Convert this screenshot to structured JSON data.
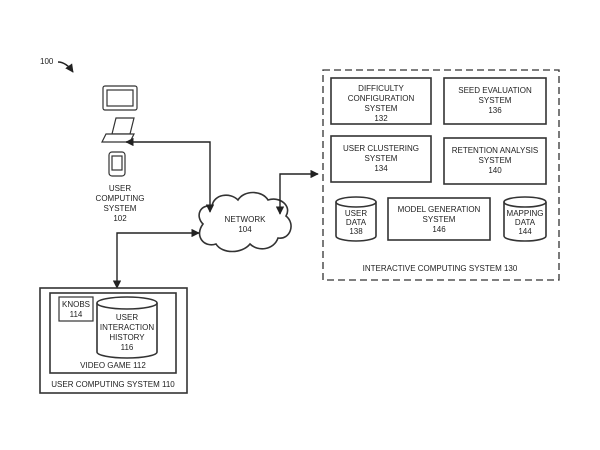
{
  "ref": "100",
  "user_computing_system_102": {
    "line1": "USER",
    "line2": "COMPUTING",
    "line3": "SYSTEM",
    "number": "102"
  },
  "network": {
    "label": "NETWORK",
    "number": "104"
  },
  "interactive_system": {
    "label": "INTERACTIVE COMPUTING SYSTEM 130",
    "difficulty": {
      "line1": "DIFFICULTY",
      "line2": "CONFIGURATION",
      "line3": "SYSTEM",
      "number": "132"
    },
    "seed": {
      "line1": "SEED EVALUATION",
      "line2": "SYSTEM",
      "number": "136"
    },
    "clustering": {
      "line1": "USER CLUSTERING",
      "line2": "SYSTEM",
      "number": "134"
    },
    "retention": {
      "line1": "RETENTION ANALYSIS",
      "line2": "SYSTEM",
      "number": "140"
    },
    "user_data": {
      "line1": "USER",
      "line2": "DATA",
      "number": "138"
    },
    "model_generation": {
      "line1": "MODEL GENERATION",
      "line2": "SYSTEM",
      "number": "146"
    },
    "mapping_data": {
      "line1": "MAPPING",
      "line2": "DATA",
      "number": "144"
    }
  },
  "user_computing_system_110": {
    "label": "USER COMPUTING SYSTEM 110",
    "video_game": "VIDEO GAME 112",
    "knobs": {
      "line1": "KNOBS",
      "number": "114"
    },
    "history": {
      "line1": "USER",
      "line2": "INTERACTION",
      "line3": "HISTORY",
      "number": "116"
    }
  }
}
